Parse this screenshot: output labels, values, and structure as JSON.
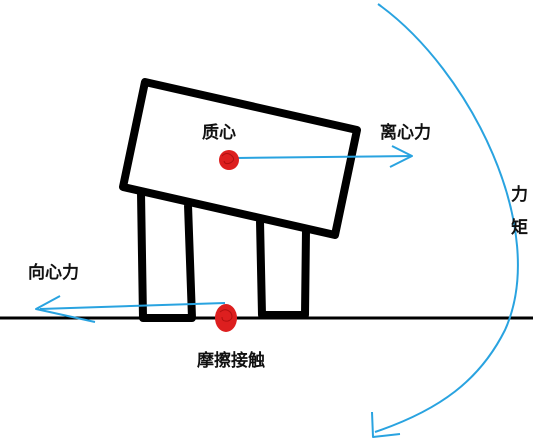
{
  "labels": {
    "center_of_mass": "质心",
    "centrifugal_force": "离心力",
    "centripetal_force": "向心力",
    "friction_contact": "摩擦接触",
    "torque_char1": "力",
    "torque_char2": "矩"
  },
  "colors": {
    "outline": "#000000",
    "arrow": "#29a3e0",
    "contact_point": "#dd1f1f"
  }
}
